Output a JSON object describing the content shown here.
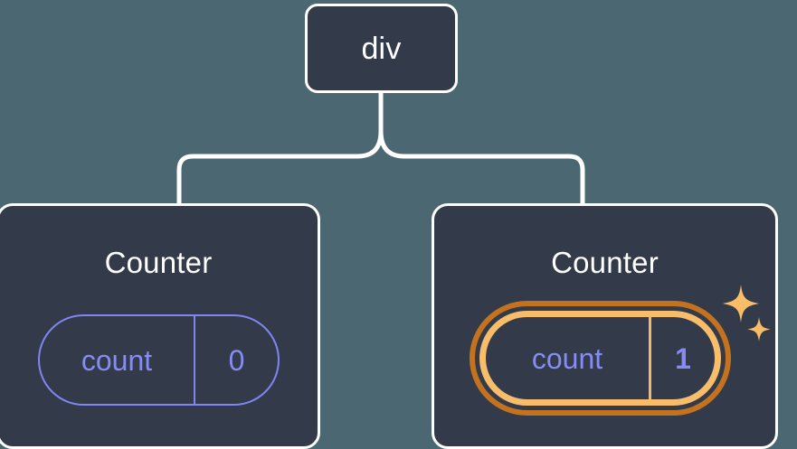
{
  "diagram": {
    "type": "component-tree",
    "title_text": "React component tree with highlighted state update",
    "background_color": "#4b6771",
    "node_fill_color": "#333a49",
    "node_stroke_color": "#ffffff",
    "accent_state_color": "#868cf2",
    "highlight_outer_color": "#c4721d",
    "highlight_inner_color": "#f8bd6a",
    "sparkle_color": "#f9bd68",
    "connector_color": "#ffffff"
  },
  "root": {
    "label": "div"
  },
  "children": [
    {
      "id": "counter-left",
      "label": "Counter",
      "state": {
        "key": "count",
        "value": "0",
        "highlighted": false
      }
    },
    {
      "id": "counter-right",
      "label": "Counter",
      "state": {
        "key": "count",
        "value": "1",
        "highlighted": true
      }
    }
  ],
  "icons": {
    "sparkle_large": "sparkle-icon",
    "sparkle_small": "sparkle-icon"
  }
}
